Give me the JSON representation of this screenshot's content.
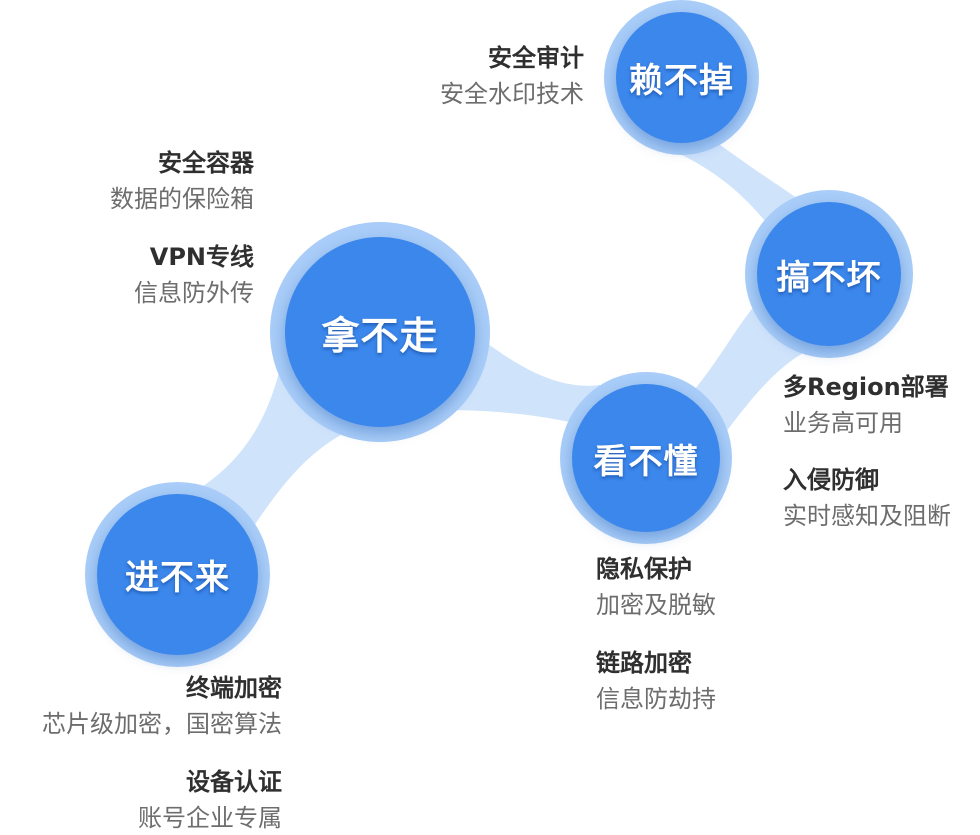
{
  "colors": {
    "node_fill": "#3b87ec",
    "node_ring": "#a9cdf8",
    "connector": "#cfe3fb",
    "title_text": "#2f2f2f",
    "desc_text": "#6d6d6d"
  },
  "nodes": {
    "lai_bu_diao": "赖不掉",
    "gao_bu_huai": "搞不坏",
    "na_bu_zou": "拿不走",
    "kan_bu_dong": "看不懂",
    "jin_bu_lai": "进不来"
  },
  "features": {
    "security_audit": {
      "title": "安全审计",
      "desc": "安全水印技术"
    },
    "secure_container": {
      "title": "安全容器",
      "desc": "数据的保险箱"
    },
    "vpn": {
      "title": "VPN专线",
      "desc": "信息防外传"
    },
    "multi_region": {
      "title": "多Region部署",
      "desc": "业务高可用"
    },
    "intrusion_defense": {
      "title": "入侵防御",
      "desc": "实时感知及阻断"
    },
    "privacy_protection": {
      "title": "隐私保护",
      "desc": "加密及脱敏"
    },
    "link_encryption": {
      "title": "链路加密",
      "desc": "信息防劫持"
    },
    "terminal_encryption": {
      "title": "终端加密",
      "desc": "芯片级加密，国密算法"
    },
    "device_auth": {
      "title": "设备认证",
      "desc": "账号企业专属"
    }
  }
}
